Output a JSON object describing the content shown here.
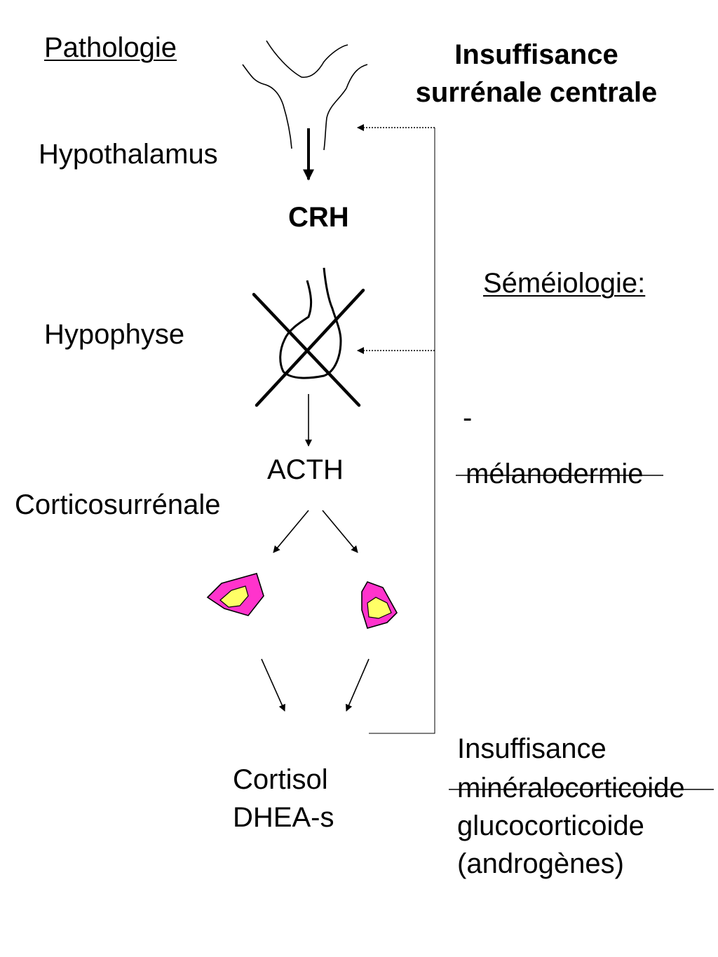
{
  "labels": {
    "pathologie": "Pathologie",
    "title_line1": "Insuffisance",
    "title_line2": "surrénale centrale",
    "hypothalamus": "Hypothalamus",
    "crh": "CRH",
    "semeiologie": "Séméiologie:",
    "hypophyse": "Hypophyse",
    "dash": "-",
    "melanodermie": "mélanodermie",
    "acth": "ACTH",
    "corticosurrenale": "Corticosurrénale",
    "cortisol": "Cortisol",
    "dhea": "DHEA-s",
    "insuff": "Insuffisance",
    "mineralo": "minéralocorticoide",
    "gluco": "glucocorticoide",
    "andro": "(androgènes)"
  },
  "colors": {
    "adrenal_outer": "#ff33cc",
    "adrenal_inner": "#ffff66",
    "ink": "#000000"
  },
  "icons": {
    "hypothalamus": "hypothalamus-outline",
    "pituitary": "pituitary-outline-crossed",
    "adrenal": "adrenal-gland"
  }
}
